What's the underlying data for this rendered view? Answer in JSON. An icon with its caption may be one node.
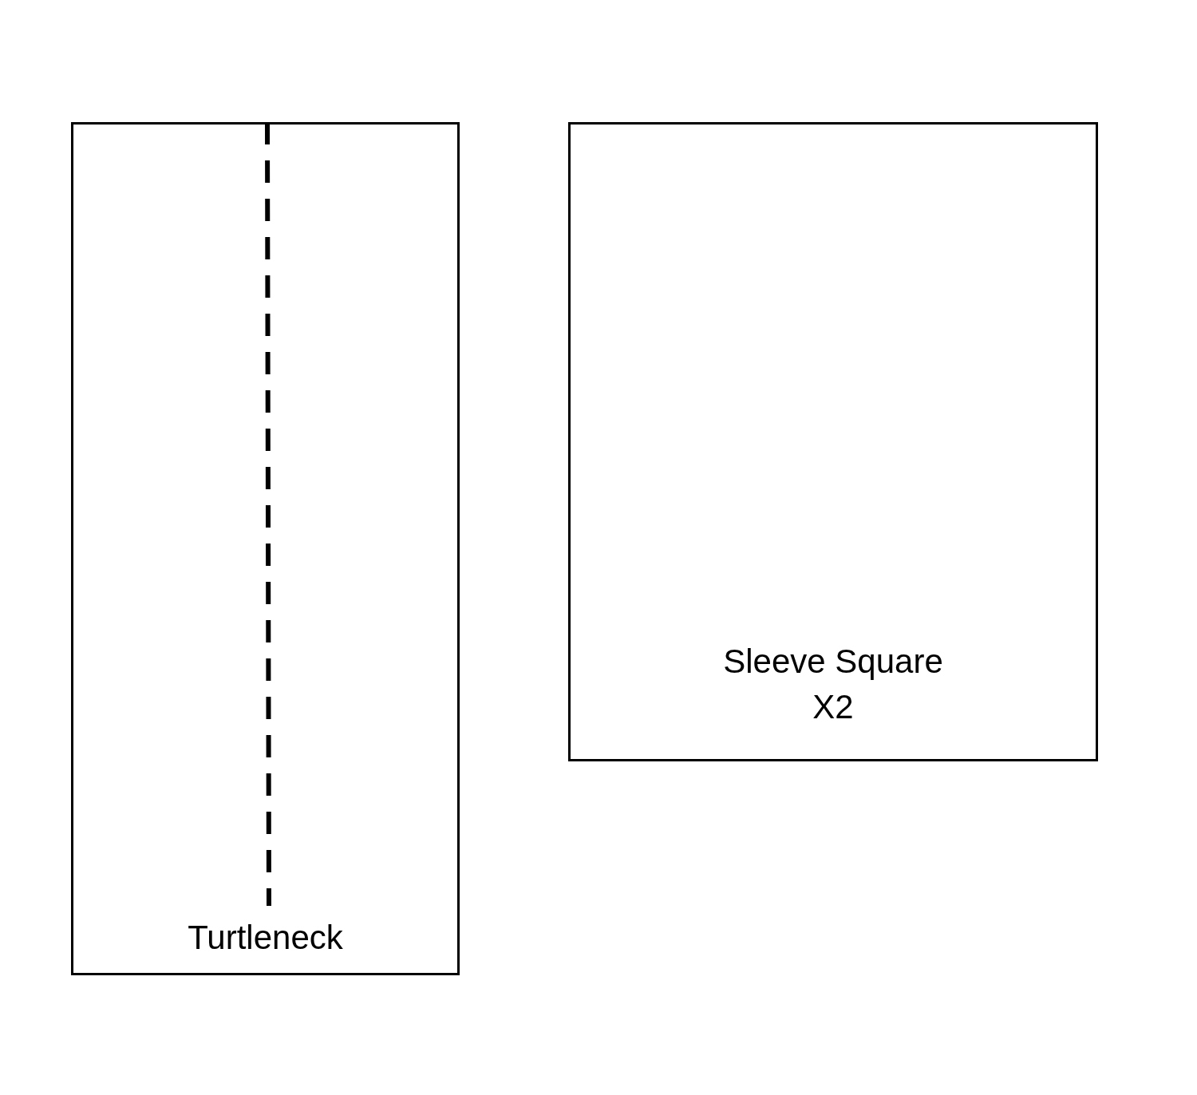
{
  "diagram": {
    "nodes": [
      {
        "text": [
          "Turtleneck"
        ]
      },
      {
        "text": [
          "Sleeve Square",
          "X2"
        ]
      }
    ]
  }
}
